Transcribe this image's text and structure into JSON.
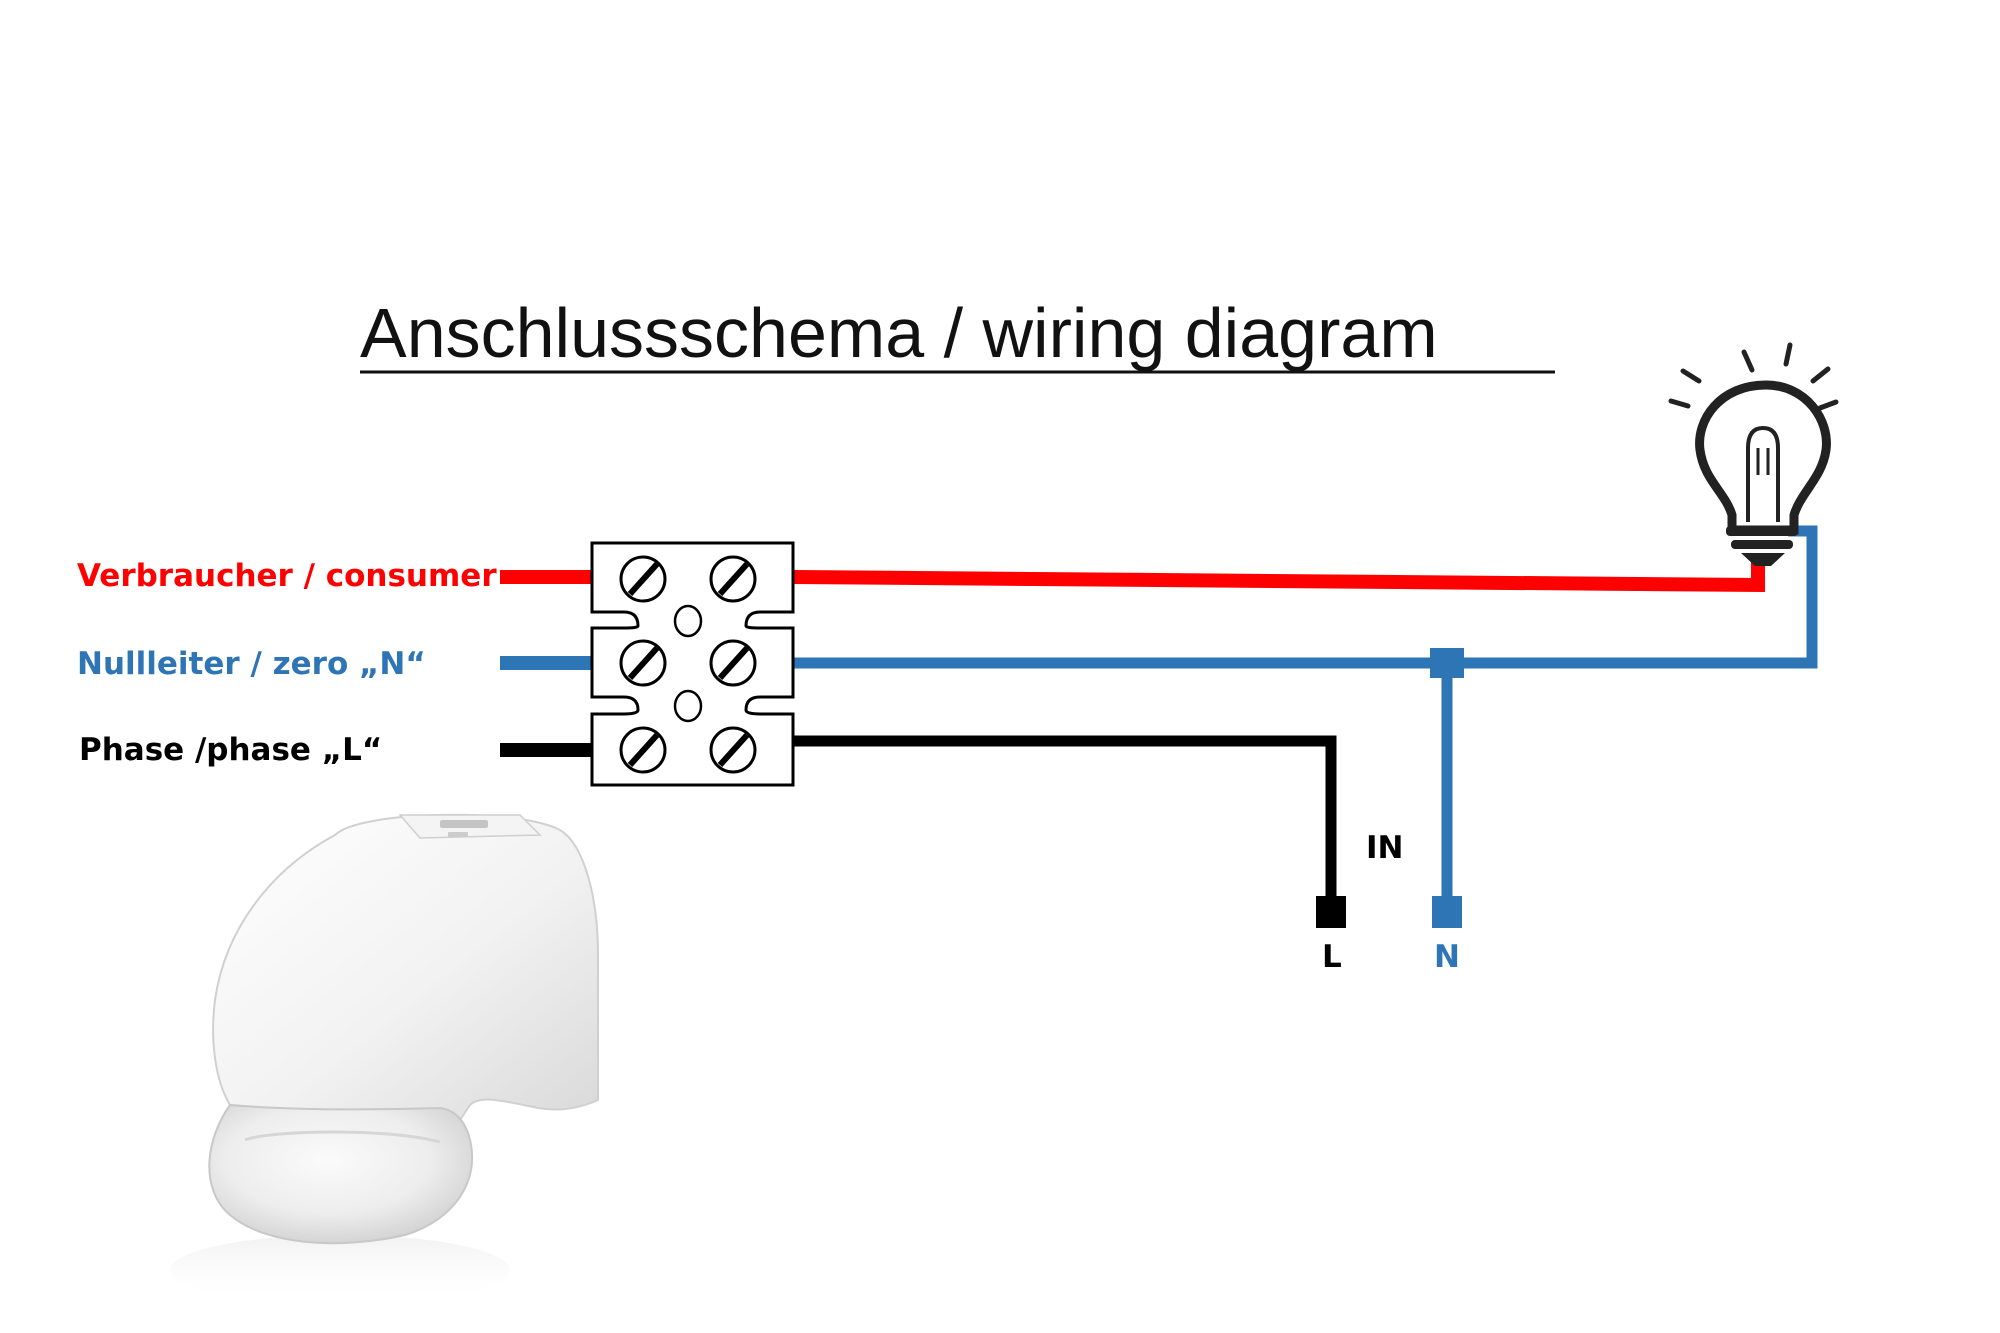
{
  "title": "Anschlussschema / wiring diagram",
  "wires": {
    "consumer": {
      "label": "Verbraucher / consumer",
      "color": "#ff0000"
    },
    "neutral": {
      "label": "Nullleiter / zero „N“",
      "color": "#2e75b6"
    },
    "phase": {
      "label": "Phase /phase „L“",
      "color": "#000000"
    }
  },
  "sensor_input": {
    "label": "IN",
    "terminal_l": "L",
    "terminal_n": "N"
  },
  "icons": {
    "lamp": "light-bulb-icon",
    "terminal_block": "terminal-block-icon",
    "sensor": "motion-sensor-image"
  }
}
